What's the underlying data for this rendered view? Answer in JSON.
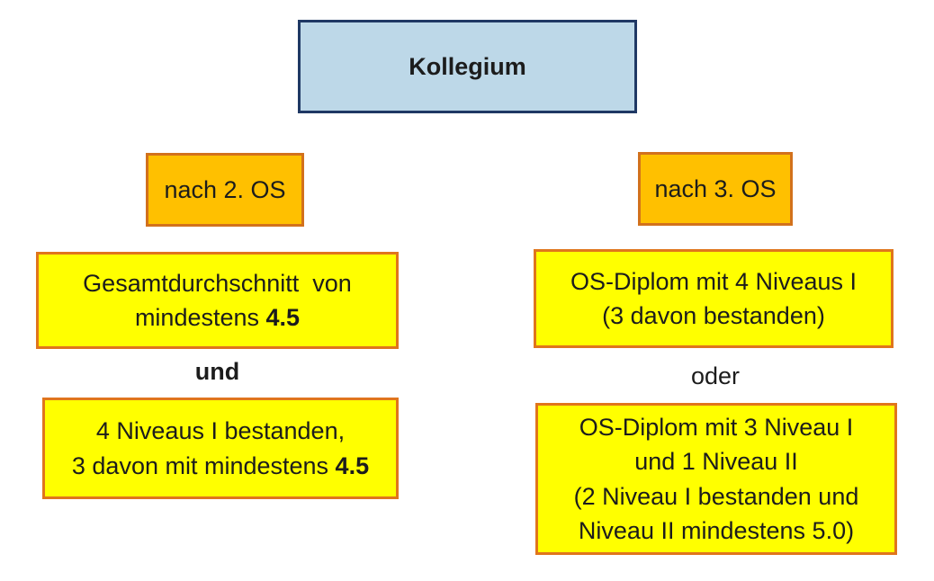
{
  "diagram": {
    "root": {
      "label": "Kollegium"
    },
    "left_branch": {
      "header": "nach 2. OS",
      "box1": {
        "line1": "Gesamtdurchschnitt  von",
        "line2_text": "mindestens ",
        "line2_value": "4.5"
      },
      "connector": "und",
      "box2": {
        "line1": "4 Niveaus I bestanden,",
        "line2_text": "3 davon mit mindestens ",
        "line2_value": "4.5"
      }
    },
    "right_branch": {
      "header": "nach 3. OS",
      "box1": {
        "lines": [
          "OS-Diplom mit 4 Niveaus I",
          "(3 davon bestanden)"
        ]
      },
      "connector": "oder",
      "box2": {
        "lines": [
          "OS-Diplom mit 3 Niveau I",
          "und 1 Niveau II",
          "(2 Niveau I bestanden und",
          "Niveau II mindestens 5.0)"
        ]
      }
    },
    "colors": {
      "root_fill": "#BDD8E8",
      "root_border": "#1F3864",
      "stage_fill": "#FFC000",
      "stage_border": "#D2711C",
      "criteria_fill": "#FFFF00",
      "criteria_border": "#E0751C",
      "text": "#1C1C1C"
    }
  }
}
